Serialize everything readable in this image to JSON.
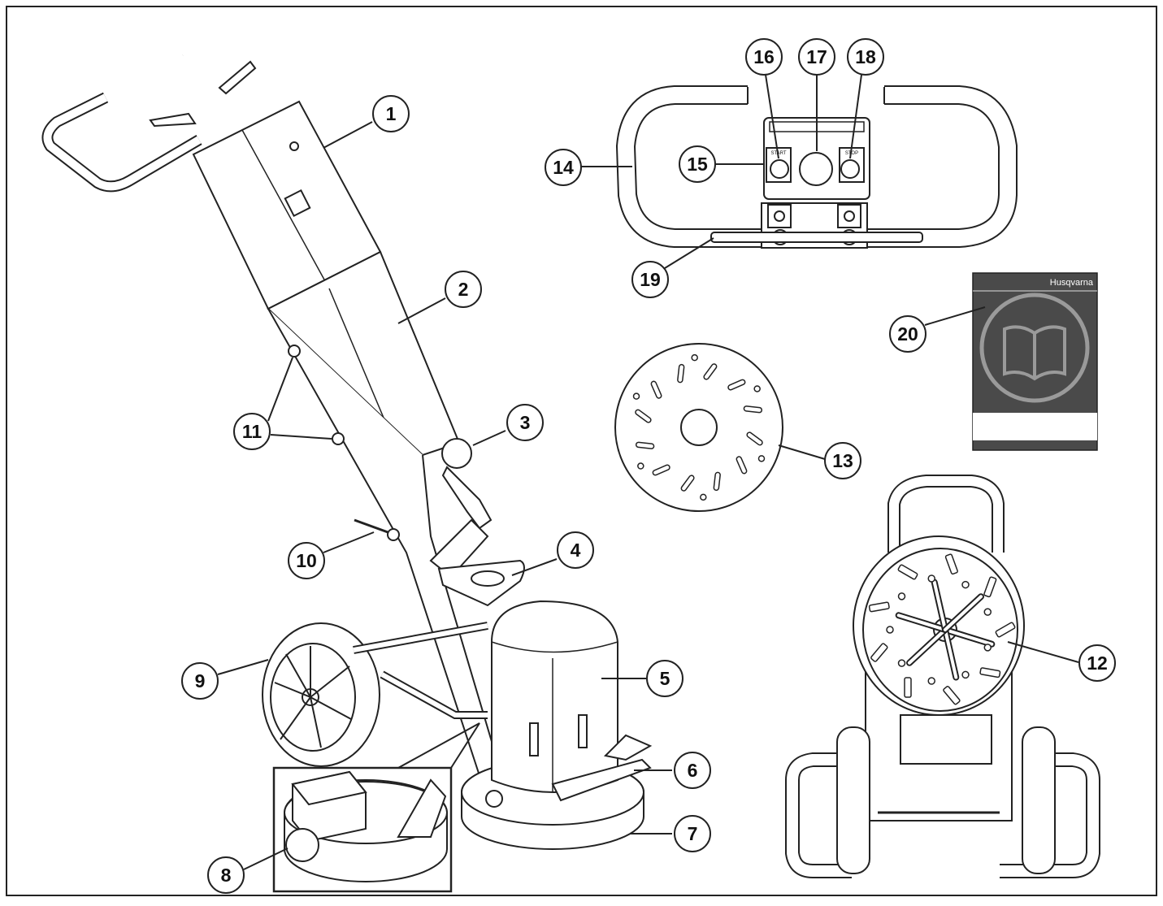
{
  "diagram": {
    "callouts": [
      {
        "id": "c1",
        "label": "1"
      },
      {
        "id": "c2",
        "label": "2"
      },
      {
        "id": "c3",
        "label": "3"
      },
      {
        "id": "c4",
        "label": "4"
      },
      {
        "id": "c5",
        "label": "5"
      },
      {
        "id": "c6",
        "label": "6"
      },
      {
        "id": "c7",
        "label": "7"
      },
      {
        "id": "c8",
        "label": "8"
      },
      {
        "id": "c9",
        "label": "9"
      },
      {
        "id": "c10",
        "label": "10"
      },
      {
        "id": "c11",
        "label": "11"
      },
      {
        "id": "c12",
        "label": "12"
      },
      {
        "id": "c13",
        "label": "13"
      },
      {
        "id": "c14",
        "label": "14"
      },
      {
        "id": "c15",
        "label": "15"
      },
      {
        "id": "c16",
        "label": "16"
      },
      {
        "id": "c17",
        "label": "17"
      },
      {
        "id": "c18",
        "label": "18"
      },
      {
        "id": "c19",
        "label": "19"
      },
      {
        "id": "c20",
        "label": "20"
      }
    ],
    "control_panel": {
      "start_label": "START",
      "stop_label": "STOP"
    },
    "manual": {
      "brand": "Husqvarna",
      "brand_color": "#4a4a4a"
    }
  }
}
